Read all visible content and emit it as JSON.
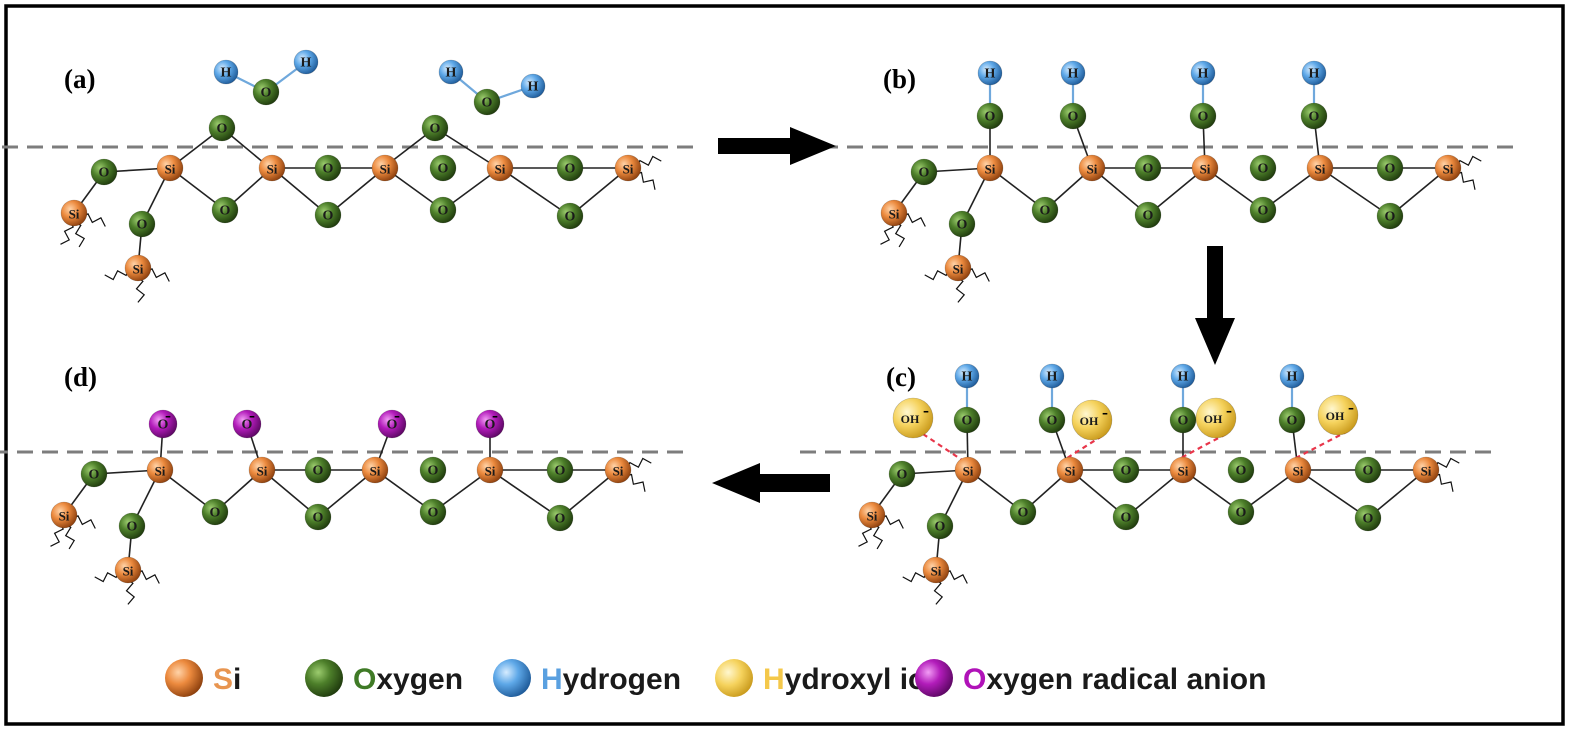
{
  "figure": {
    "panels": [
      {
        "id": "a",
        "label": "(a)"
      },
      {
        "id": "b",
        "label": "(b)"
      },
      {
        "id": "c",
        "label": "(c)"
      },
      {
        "id": "d",
        "label": "(d)"
      }
    ],
    "atom_labels": {
      "si": "Si",
      "oxygen": "O",
      "hydrogen": "H",
      "hydroxyl": "OH",
      "anion_charge": "-"
    },
    "legend": [
      {
        "key": "si",
        "initial": "S",
        "rest": "i",
        "color": "#e89550"
      },
      {
        "key": "oxygen",
        "initial": "O",
        "rest": "xygen",
        "color": "#3f7a26"
      },
      {
        "key": "hydrogen",
        "initial": "H",
        "rest": "ydrogen",
        "color": "#5aa0e0"
      },
      {
        "key": "hydroxyl",
        "initial": "H",
        "rest": "ydroxyl ion",
        "color": "#f4c84a"
      },
      {
        "key": "radical",
        "initial": "O",
        "rest": "xygen radical anion",
        "color": "#b012b8"
      }
    ],
    "colors": {
      "si": "#d8742a",
      "oxygen": "#3f6e24",
      "hydrogen": "#4f97d8",
      "hydroxyl": "#f1cf5a",
      "radical": "#9c1aa6",
      "surface_line": "#7d7d7d",
      "hbond": "#e8364a",
      "border": "#000000"
    }
  }
}
